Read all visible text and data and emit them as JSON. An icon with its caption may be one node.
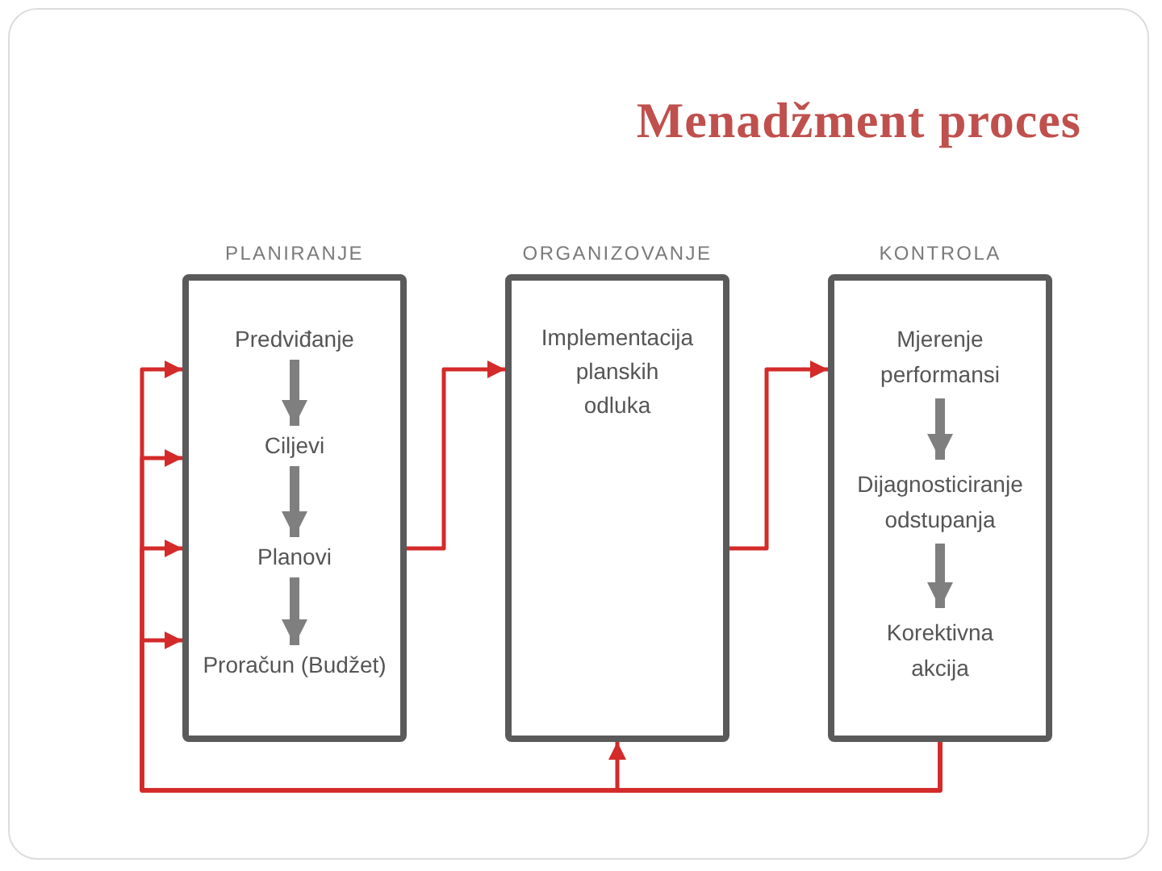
{
  "diagram": {
    "title": "Menadžment proces",
    "nodes": [
      {
        "text": [
          "PLANIRANJE"
        ]
      },
      {
        "text": [
          "Predviđanje"
        ],
        "in": 0
      },
      {
        "text": [
          "Ciljevi"
        ],
        "in": 0
      },
      {
        "text": [
          "Planovi"
        ],
        "in": 0
      },
      {
        "text": [
          "Proračun (Budžet)"
        ],
        "in": 0
      },
      {
        "text": [
          "ORGANIZOVANJE",
          "Implementacija planskih odluka"
        ]
      },
      {
        "text": [
          "KONTROLA"
        ]
      },
      {
        "text": [
          "Mjerenje performansi"
        ],
        "in": 6
      },
      {
        "text": [
          "Dijagnosticiranje odstupanja"
        ],
        "in": 6
      },
      {
        "text": [
          "Korektivna akcija"
        ],
        "in": 6
      }
    ],
    "edges": [
      {
        "from": 1,
        "to": 2,
        "arrow": "to",
        "style": "thick",
        "color": "#7f7f7f"
      },
      {
        "from": 2,
        "to": 3,
        "arrow": "to",
        "style": "thick",
        "color": "#7f7f7f"
      },
      {
        "from": 3,
        "to": 4,
        "arrow": "to",
        "style": "thick",
        "color": "#7f7f7f"
      },
      {
        "from": 0,
        "to": 5,
        "arrow": "to"
      },
      {
        "from": 5,
        "to": 6,
        "arrow": "to"
      },
      {
        "from": 7,
        "to": 8,
        "arrow": "to",
        "style": "thick",
        "color": "#7f7f7f"
      },
      {
        "from": 8,
        "to": 9,
        "arrow": "to",
        "style": "thick",
        "color": "#7f7f7f"
      },
      {
        "from": 6,
        "to": 5,
        "arrow": "to"
      },
      {
        "from": 6,
        "to": 0,
        "arrow": "to"
      },
      {
        "from": 6,
        "to": 0,
        "arrow": "to"
      },
      {
        "from": 6,
        "to": 0,
        "arrow": "to"
      },
      {
        "from": 6,
        "to": 0,
        "arrow": "to"
      }
    ]
  }
}
